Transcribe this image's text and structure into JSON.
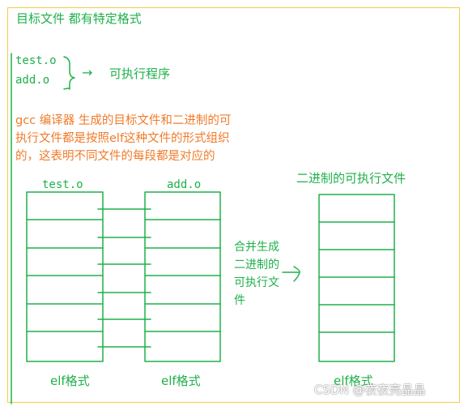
{
  "header": {
    "title": "目标文件  都有特定格式"
  },
  "inputs": {
    "file1": "test.o",
    "file2": "add.o",
    "arrow": "→",
    "result": "可执行程序"
  },
  "description": [
    "gcc 编译器 生成的目标文件和二进制的可",
    "执行文件都是按照elf这种文件的形式组织",
    "的，这表明不同文件的每段都是对应的"
  ],
  "columns": {
    "test": {
      "title": "test.o",
      "caption": "elf格式"
    },
    "add": {
      "title": "add.o",
      "caption": "elf格式"
    },
    "exe": {
      "title": "二进制的可执行文件",
      "caption": "elf格式"
    }
  },
  "merge_label": [
    "合并生成",
    "二进制的",
    "可执行文",
    "件"
  ],
  "watermark": "CSDN @夜夜亮晶晶",
  "colors": {
    "green": "#1fb04a",
    "orange": "#f07b2a",
    "frame": "#f2cf4a"
  }
}
